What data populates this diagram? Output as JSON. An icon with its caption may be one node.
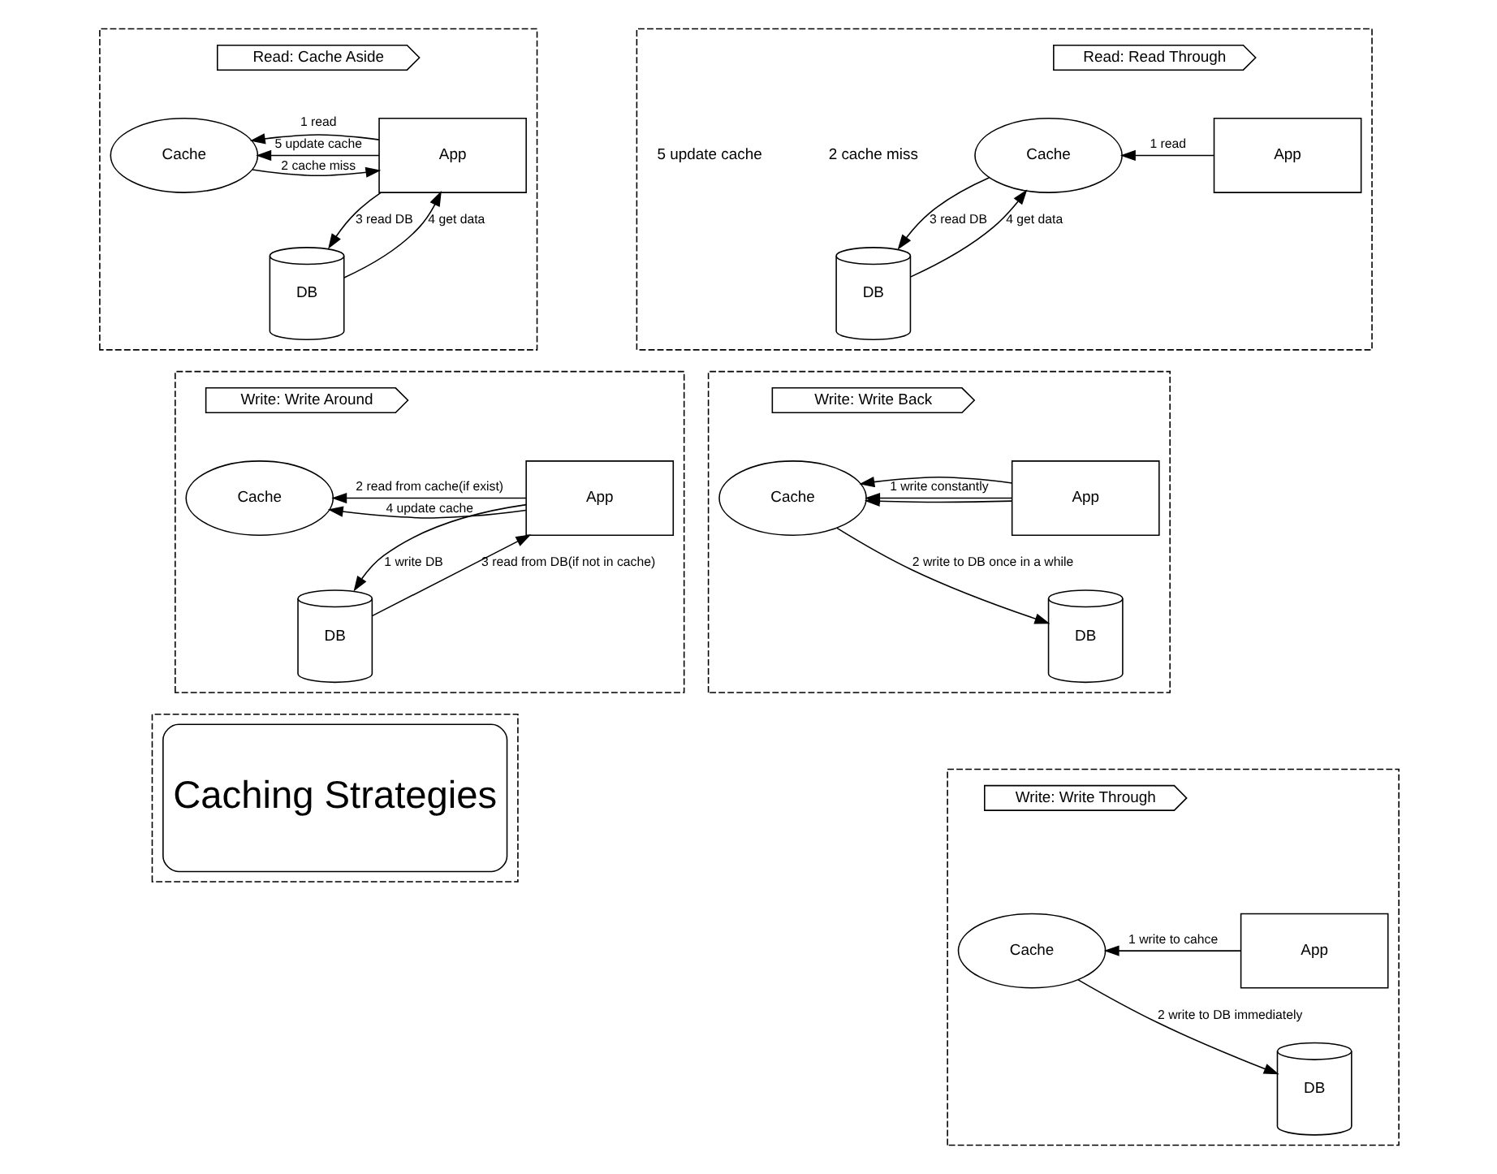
{
  "diagram": {
    "nodes": [
      {
        "text": [],
        "shape": "box"
      },
      {
        "text": [
          "Read: Cache Aside"
        ],
        "in": 0
      },
      {
        "text": [
          "Cache"
        ],
        "in": 0
      },
      {
        "text": [
          "App"
        ],
        "in": 0
      },
      {
        "text": [
          "DB"
        ],
        "in": 0
      },
      {
        "text": [],
        "shape": "box"
      },
      {
        "text": [
          "Read: Read Through"
        ],
        "in": 5
      },
      {
        "text": [
          "Cache"
        ],
        "in": 5
      },
      {
        "text": [
          "App"
        ],
        "in": 5
      },
      {
        "text": [
          "DB"
        ],
        "in": 5
      },
      {
        "text": [],
        "shape": "box"
      },
      {
        "text": [
          "Write: Write Around"
        ],
        "in": 10
      },
      {
        "text": [
          "Cache"
        ],
        "in": 10
      },
      {
        "text": [
          "App"
        ],
        "in": 10
      },
      {
        "text": [
          "DB"
        ],
        "in": 10
      },
      {
        "text": [],
        "shape": "box"
      },
      {
        "text": [
          "Write: Write Back"
        ],
        "in": 15
      },
      {
        "text": [
          "Cache"
        ],
        "in": 15
      },
      {
        "text": [
          "App"
        ],
        "in": 15
      },
      {
        "text": [
          "DB"
        ],
        "in": 15
      },
      {
        "text": [],
        "shape": "box"
      },
      {
        "text": [
          "Caching Strategies"
        ],
        "in": 20
      },
      {
        "text": [],
        "shape": "box"
      },
      {
        "text": [
          "Write: Write Through"
        ],
        "in": 22
      },
      {
        "text": [
          "Cache"
        ],
        "in": 22
      },
      {
        "text": [
          "App"
        ],
        "in": 22
      },
      {
        "text": [
          "DB"
        ],
        "in": 22
      }
    ],
    "edges": [
      {
        "from": 3,
        "to": 2,
        "arrow": "to",
        "label": "1 read"
      },
      {
        "from": 2,
        "to": 3,
        "arrow": "to",
        "label": "2 cache miss"
      },
      {
        "from": 3,
        "to": 4,
        "arrow": "to",
        "label": "3 read DB"
      },
      {
        "from": 4,
        "to": 3,
        "arrow": "to",
        "label": "4 get data"
      },
      {
        "from": 3,
        "to": 2,
        "arrow": "to",
        "label": "5 update cache"
      },
      {
        "from": 8,
        "to": 7,
        "arrow": "to",
        "label": "1 read"
      },
      {
        "from": 7,
        "to": 9,
        "arrow": "to",
        "label": "3 read DB"
      },
      {
        "from": 9,
        "to": 7,
        "arrow": "to",
        "label": "4 get data"
      },
      {
        "from": 13,
        "to": 14,
        "arrow": "to",
        "label": "1 write DB"
      },
      {
        "from": 13,
        "to": 12,
        "arrow": "to",
        "label": "2 read from cache(if exist)"
      },
      {
        "from": 14,
        "to": 13,
        "arrow": "to",
        "label": "3 read from DB(if not in cache)"
      },
      {
        "from": 13,
        "to": 12,
        "arrow": "to",
        "label": "4 update cache"
      },
      {
        "from": 18,
        "to": 17,
        "arrow": "to"
      },
      {
        "from": 18,
        "to": 17,
        "arrow": "to"
      },
      {
        "from": 18,
        "to": 17,
        "arrow": "to",
        "label": "1 write constantly"
      },
      {
        "from": 17,
        "to": 19,
        "arrow": "to",
        "label": "2 write to DB once in a while"
      },
      {
        "from": 25,
        "to": 24,
        "arrow": "to",
        "label": "1 write to cahce"
      },
      {
        "from": 24,
        "to": 26,
        "arrow": "to",
        "label": "2 write to DB immediately"
      }
    ],
    "labels": [
      "2 cache miss",
      "5 update cache"
    ]
  }
}
